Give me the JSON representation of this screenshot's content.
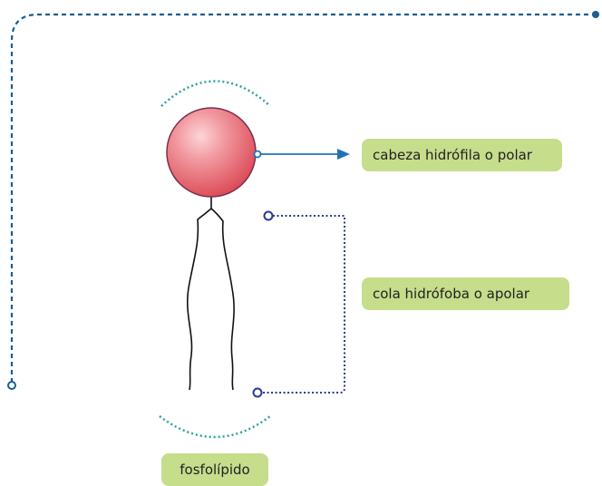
{
  "labels": {
    "head": "cabeza hidrófila o polar",
    "tail": "cola hidrófoba o apolar",
    "title": "fosfolípido"
  },
  "colors": {
    "frame_line": "#1a5e93",
    "arrow": "#2072b8",
    "bracket": "#2a3a8f",
    "arcs": "#2ba39b",
    "label_bg": "#c6dd8b",
    "head_fill_light": "#f6a9ae",
    "head_fill_dark": "#dc4b5a",
    "head_stroke": "#7a2f4e",
    "tail_stroke": "#111111"
  },
  "icons": {
    "head": "sphere",
    "tail": "wavy-lines",
    "connector": "open-circle"
  }
}
